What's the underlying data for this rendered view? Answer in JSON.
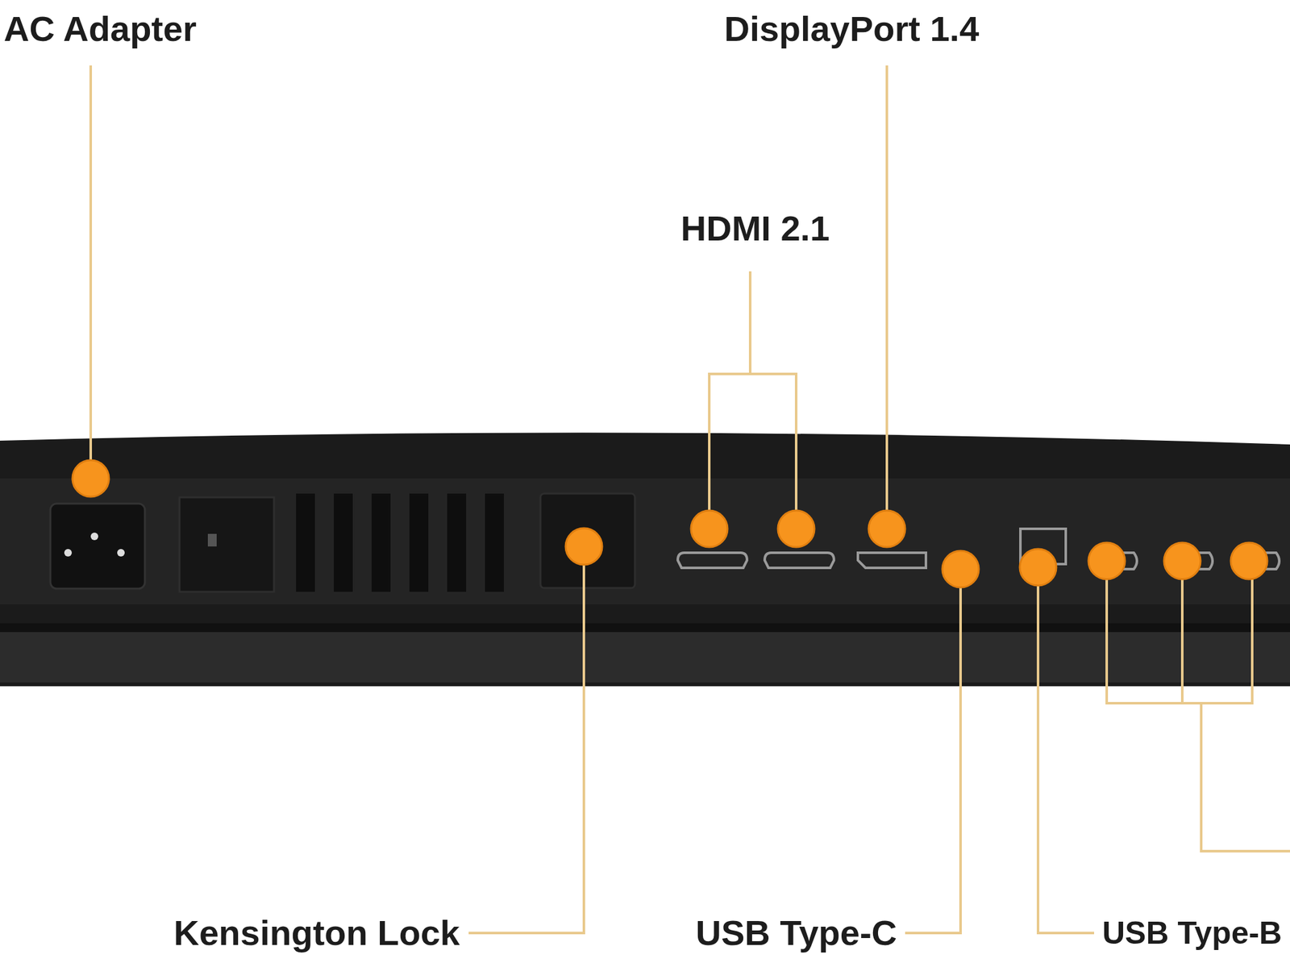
{
  "diagram": {
    "labels": [
      "AC Adapter",
      "DisplayPort 1.4",
      "HDMI 2.1",
      "Kensington Lock",
      "USB Type-C",
      "USB Type-B"
    ]
  }
}
